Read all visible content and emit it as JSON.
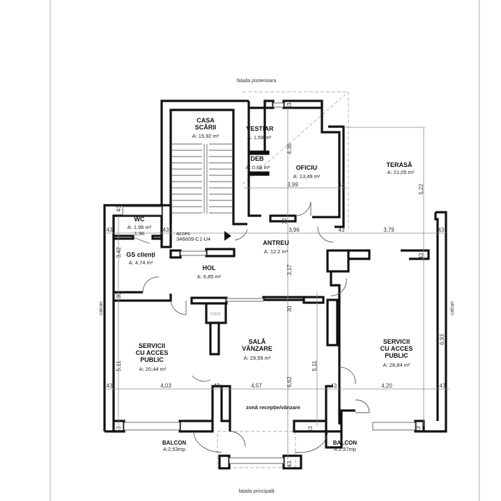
{
  "facade_top": "fațada posterioara",
  "facade_bottom": "fațada principală",
  "side_left": "calcan",
  "side_right": "calcan",
  "access": {
    "line1": "acces",
    "line2": "346609-C1-U4"
  },
  "stove": "sobă",
  "zone": "zonă recepție/vânzare",
  "rooms": {
    "casa_scarii": {
      "l1": "CASA",
      "l2": "SCĂRII",
      "area": "A: 15,92 m²"
    },
    "vestiar": {
      "l1": "VESTIAR",
      "area": "A: 1,59 m²"
    },
    "deb": {
      "l1": "DEB",
      "area": "A: 0,68 m²"
    },
    "oficiu": {
      "l1": "OFICIU",
      "area": "A: 13,49 m²"
    },
    "terasa": {
      "l1": "TERASĂ",
      "area": "A: 21,05 m²"
    },
    "wc": {
      "l1": "WC",
      "area": "A: 1,96 m²",
      "dim": "1,96"
    },
    "gs": {
      "l1": "GS clienți",
      "area": "A: 4,74 m²"
    },
    "antreu": {
      "l1": "ANTREU",
      "area": "A: 12.2 m²"
    },
    "hol": {
      "l1": "HOL",
      "area": "A: 6,85 m²"
    },
    "serv_left": {
      "l1": "SERVICII",
      "l2": "CU ACCES",
      "l3": "PUBLIC",
      "area": "A: 20,44 m²"
    },
    "sala": {
      "l1": "SALĂ",
      "l2": "VÂNZARE",
      "area": "A: 29,59 m²"
    },
    "serv_right": {
      "l1": "SERVICII",
      "l2": "CU ACCES",
      "l3": "PUBLIC",
      "area": "A: 28,84 m²"
    },
    "balcon_left": {
      "l1": "BALCON",
      "area": "A:2,53mp"
    },
    "balcon_right": {
      "l1": "BALCON",
      "area": "A:2,57mp"
    }
  },
  "dims": {
    "d43": "43",
    "d30": "30",
    "d399": "3,99",
    "d396": "3,96",
    "d379": "3,79",
    "d436": "4,36",
    "d317": "3,17",
    "d342": "3,42",
    "d522": "5,22",
    "d403": "4,03",
    "d457": "4,57",
    "d420": "4,20",
    "d511": "5,11",
    "d662": "6,62",
    "d693": "6,93"
  }
}
